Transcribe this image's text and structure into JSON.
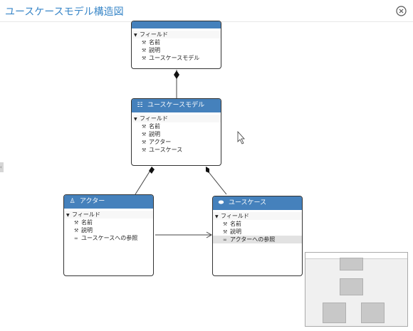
{
  "window": {
    "title": "ユースケースモデル構造図"
  },
  "nodes": {
    "top": {
      "section": "フィールド",
      "items": [
        "名前",
        "説明",
        "ユースケースモデル"
      ]
    },
    "usecase_model": {
      "title": "ユースケースモデル",
      "section": "フィールド",
      "items": [
        "名前",
        "説明",
        "アクター",
        "ユースケース"
      ]
    },
    "actor": {
      "title": "アクター",
      "section": "フィールド",
      "items": [
        "名前",
        "説明",
        "ユースケースへの参照"
      ]
    },
    "usecase": {
      "title": "ユースケース",
      "section": "フィールド",
      "items": [
        "名前",
        "説明",
        "アクターへの参照"
      ]
    }
  },
  "icons": {
    "close": "close-circle-icon",
    "field": "wrench-icon",
    "reference": "link-icon",
    "actor": "person-icon",
    "usecase": "ellipse-icon",
    "model": "model-icon",
    "collapse": "triangle-down-icon"
  },
  "colors": {
    "header": "#4581bc",
    "title": "#3a87c8"
  }
}
